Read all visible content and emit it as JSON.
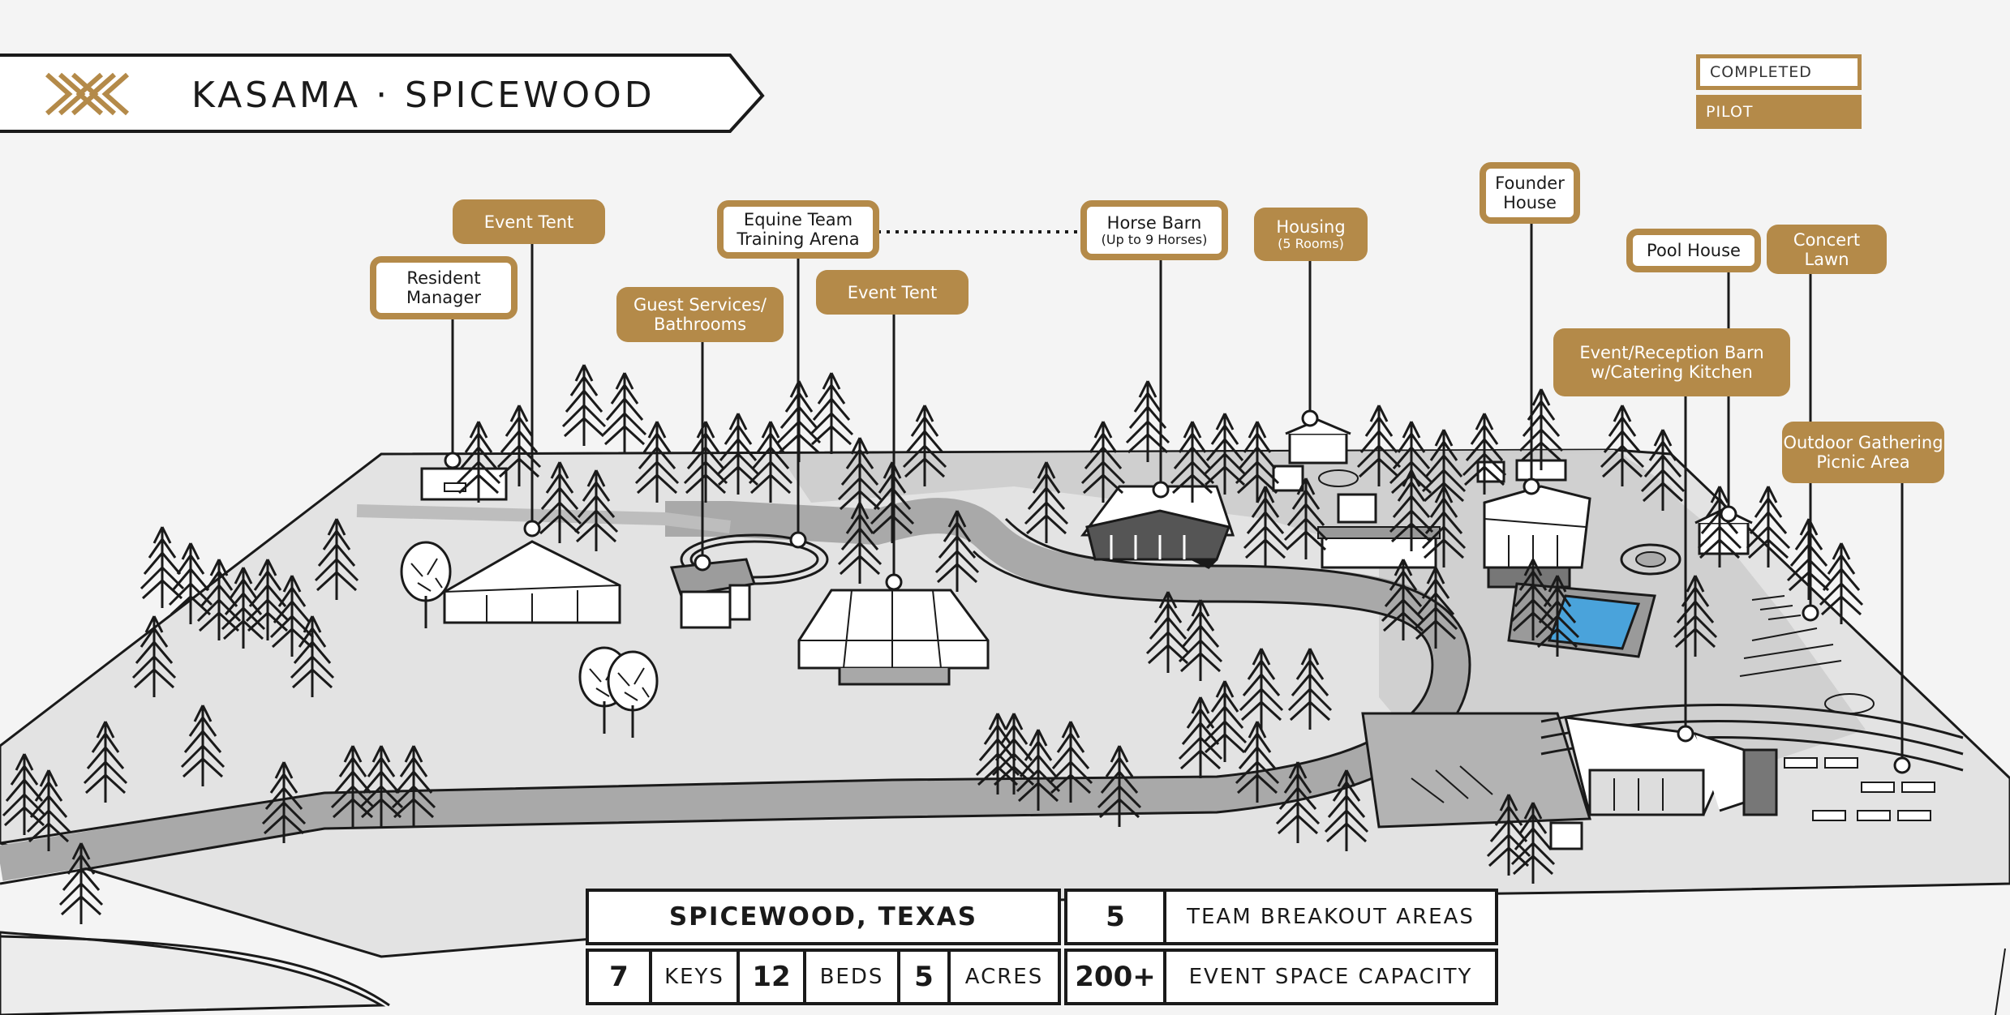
{
  "header": {
    "title": "KASAMA · SPICEWOOD",
    "brand_color": "#b48a49"
  },
  "legend": {
    "completed_label": "COMPLETED",
    "pilot_label": "PILOT"
  },
  "labels": {
    "resident_manager": {
      "line1": "Resident",
      "line2": "Manager",
      "status": "completed"
    },
    "event_tent_1": {
      "line1": "Event Tent",
      "status": "pilot"
    },
    "guest_services": {
      "line1": "Guest Services/",
      "line2": "Bathrooms",
      "status": "pilot"
    },
    "equine_team": {
      "line1": "Equine Team",
      "line2": "Training Arena",
      "status": "completed"
    },
    "event_tent_2": {
      "line1": "Event Tent",
      "status": "pilot"
    },
    "horse_barn": {
      "line1": "Horse Barn",
      "line2": "(Up to 9 Horses)",
      "status": "completed"
    },
    "housing": {
      "line1": "Housing",
      "line2": "(5 Rooms)",
      "status": "pilot"
    },
    "founder_house": {
      "line1": "Founder",
      "line2": "House",
      "status": "completed"
    },
    "pool_house": {
      "line1": "Pool House",
      "status": "completed"
    },
    "concert_lawn": {
      "line1": "Concert",
      "line2": "Lawn",
      "status": "pilot"
    },
    "event_barn": {
      "line1": "Event/Reception Barn",
      "line2": "w/Catering Kitchen",
      "status": "pilot"
    },
    "outdoor_gathering": {
      "line1": "Outdoor Gathering",
      "line2": "Picnic Area",
      "status": "pilot"
    }
  },
  "stats": {
    "location": "SPICEWOOD, TEXAS",
    "keys_value": "7",
    "keys_label": "KEYS",
    "beds_value": "12",
    "beds_label": "BEDS",
    "acres_value": "5",
    "acres_label": "ACRES",
    "breakout_value": "5",
    "breakout_label": "TEAM BREAKOUT AREAS",
    "capacity_value": "200+",
    "capacity_label": "EVENT SPACE CAPACITY"
  }
}
